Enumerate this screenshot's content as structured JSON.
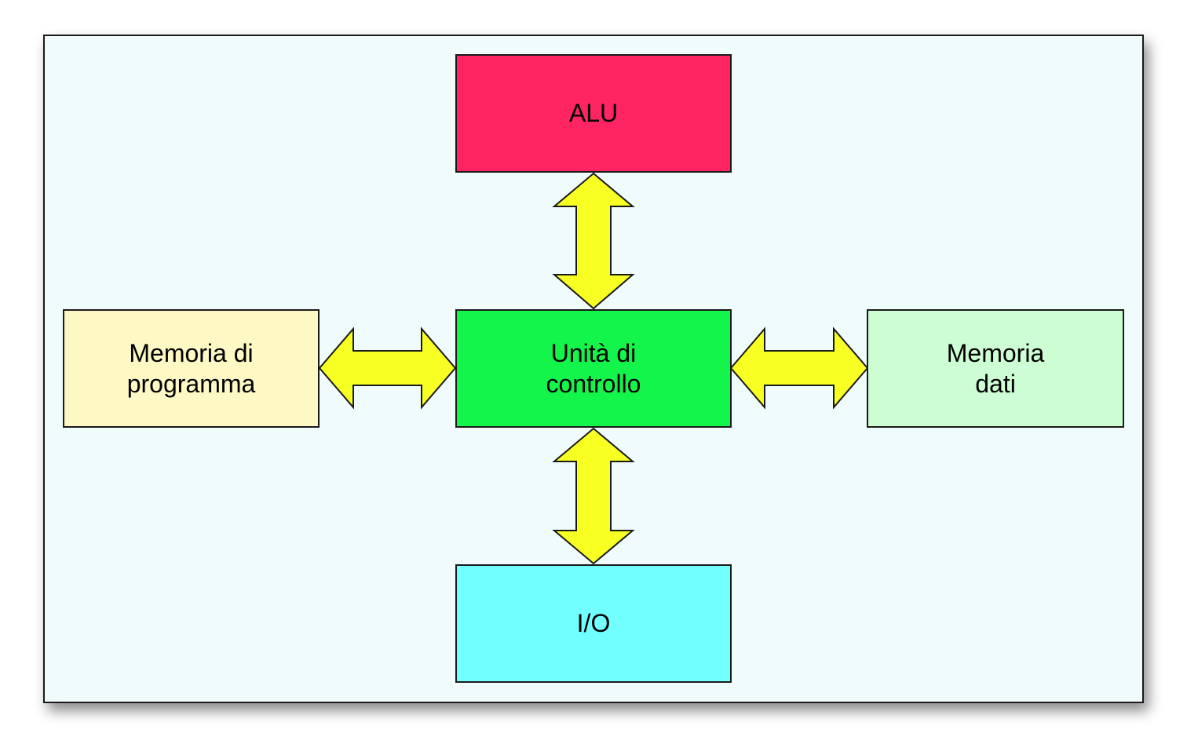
{
  "diagram": {
    "nodes": {
      "alu": {
        "lines": [
          "ALU"
        ],
        "color": "#ff2462"
      },
      "control": {
        "lines": [
          "Unità di",
          "controllo"
        ],
        "color": "#13f54a"
      },
      "program_memory": {
        "lines": [
          "Memoria di",
          "programma"
        ],
        "color": "#fdf8c4"
      },
      "data_memory": {
        "lines": [
          "Memoria",
          "dati"
        ],
        "color": "#cdfdd2"
      },
      "io": {
        "lines": [
          "I/O"
        ],
        "color": "#71ffff"
      }
    },
    "arrow_color": "#f8ff22",
    "edges": [
      {
        "from": "control",
        "to": "alu",
        "bidirectional": true
      },
      {
        "from": "control",
        "to": "io",
        "bidirectional": true
      },
      {
        "from": "control",
        "to": "program_memory",
        "bidirectional": true
      },
      {
        "from": "control",
        "to": "data_memory",
        "bidirectional": true
      }
    ]
  }
}
